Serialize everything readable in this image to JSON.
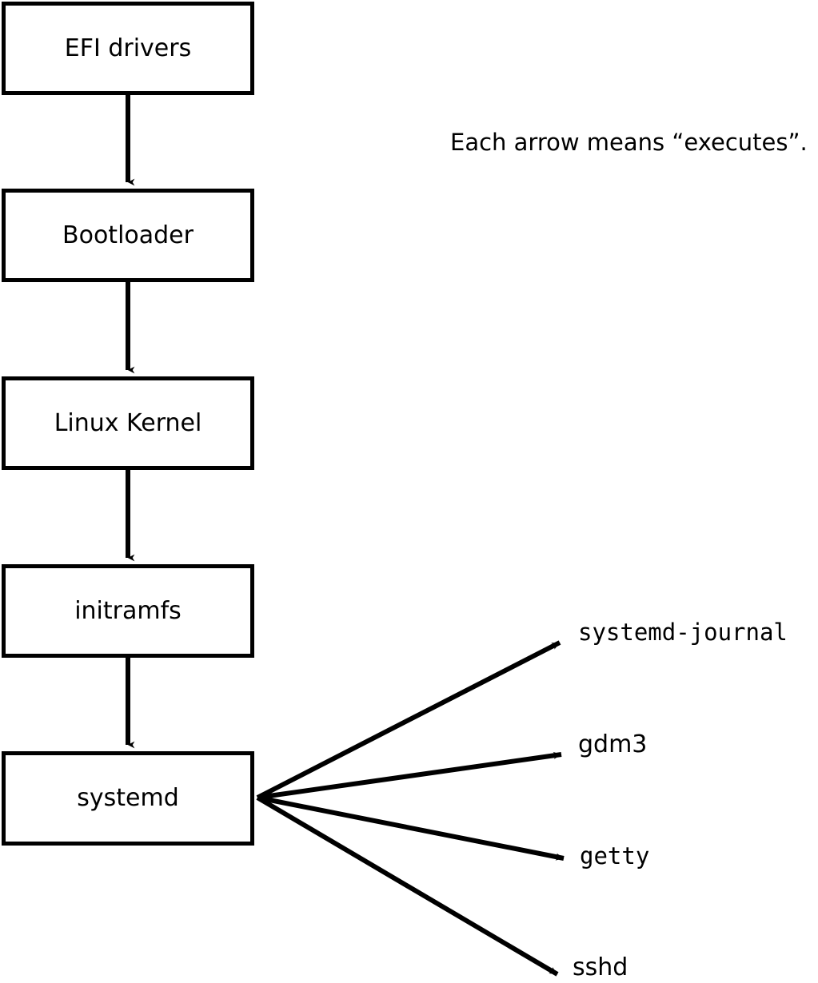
{
  "diagram": {
    "caption": "Each arrow means “executes”.",
    "boot_chain": [
      {
        "label": "EFI drivers"
      },
      {
        "label": "Bootloader"
      },
      {
        "label": "Linux Kernel"
      },
      {
        "label": "initramfs"
      },
      {
        "label": "systemd"
      }
    ],
    "spawned_services": [
      {
        "label": "systemd-journal"
      },
      {
        "label": "gdm3"
      },
      {
        "label": "getty"
      },
      {
        "label": "sshd"
      }
    ],
    "colors": {
      "stroke": "#000000",
      "fill": "#ffffff",
      "text": "#000000"
    }
  }
}
